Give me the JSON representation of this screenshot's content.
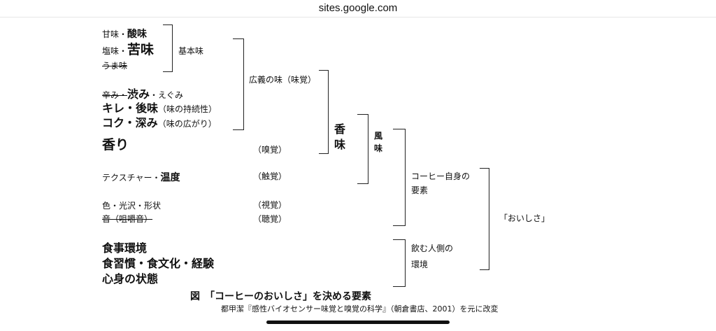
{
  "browser": {
    "url": "sites.google.com"
  },
  "diagram": {
    "tastes": {
      "sweet_sour": {
        "small": "甘味・",
        "big": "酸味"
      },
      "salty_bitter": {
        "small": "塩味・",
        "big": "苦味"
      },
      "umami": "うま味",
      "pungent_astringent": {
        "small": "辛み・",
        "big": "渋み",
        "tail": "・えぐみ"
      },
      "kire": {
        "big": "キレ・後味",
        "paren": "（味の持続性）"
      },
      "koku": {
        "big": "コク・深み",
        "paren": "（味の広がり）"
      }
    },
    "aroma": "香り",
    "texture": {
      "small": "テクスチャー・",
      "big": "温度"
    },
    "color_shape": "色・光沢・形状",
    "sound": "音（咀嚼音）",
    "environment": [
      "食事環境",
      "食習慣・食文化・経験",
      "心身の状態"
    ],
    "senses": {
      "olfactory": "（嗅覚）",
      "tactile": "（触覚）",
      "visual": "（視覚）",
      "auditory": "（聴覚）"
    },
    "groups": {
      "basic_taste": "基本味",
      "broad_taste": "広義の味（味覚）",
      "kouka": [
        "香",
        "味"
      ],
      "fuumi": [
        "風",
        "味"
      ],
      "coffee_factors": [
        "コーヒー自身の",
        "要素"
      ],
      "drinker_env": [
        "飲む人側の",
        "環境"
      ],
      "deliciousness": "「おいしさ」"
    },
    "caption": {
      "title": "図　「コーヒーのおいしさ」を決める要素",
      "source": "都甲潔『感性バイオセンサー味覚と嗅覚の科学』（朝倉書店、2001）を元に改変"
    }
  }
}
